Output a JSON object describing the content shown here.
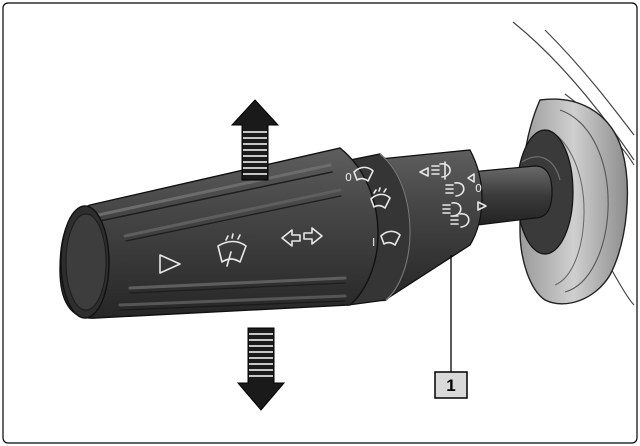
{
  "figure": {
    "callout_label": "1",
    "ring_labels": [
      "0",
      "I"
    ],
    "icons": [
      "up-arrow-icon",
      "down-arrow-icon",
      "play-triangle-icon",
      "wiper-icon",
      "turn-signal-arrows-icon",
      "washer-icon",
      "front-fog-light-icon",
      "headlight-icon",
      "beam-icon"
    ],
    "colors": {
      "stalk": "#3b3b3b",
      "stalk_highlight": "#5a5a5a",
      "arrow": "#1a1a1a",
      "callout_fill": "#d9d9d9",
      "frame": "#000000"
    }
  }
}
